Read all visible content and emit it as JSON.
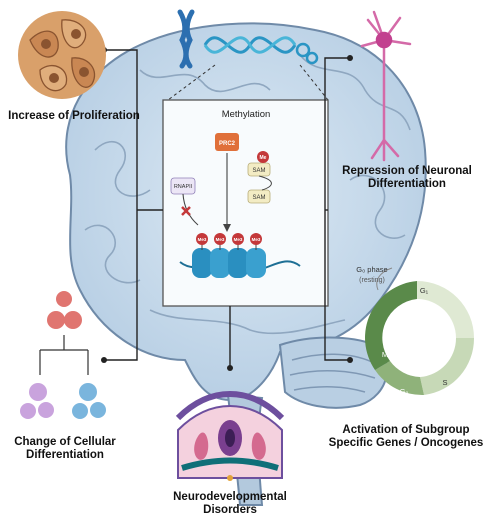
{
  "labels": {
    "proliferation": "Increase of Proliferation",
    "repression_line1": "Repression of Neuronal",
    "repression_line2": "Differentiation",
    "cellular_line1": "Change of Cellular",
    "cellular_line2": "Differentiation",
    "activation_line1": "Activation of Subgroup",
    "activation_line2": "Specific Genes / Oncogenes",
    "neuro_line1": "Neurodevelopmental",
    "neuro_line2": "Disorders"
  },
  "methylation": {
    "title": "Methylation",
    "prc2": "PRC2",
    "me": "Me",
    "sam1": "SAM",
    "sam2": "SAM",
    "rnapii": "RNAPII",
    "nucleosome_marks": [
      "Me3",
      "Me3",
      "Me3",
      "Me3"
    ]
  },
  "cell_cycle": {
    "g0_line1": "G₀ phase",
    "g0_line2": "(resting)",
    "g1": "G₁",
    "s": "S",
    "g2": "G₂",
    "m": "M"
  },
  "colors": {
    "brain": "#c8dced",
    "brain_outline": "#6f8aa8",
    "prc2": "#e0703a",
    "me_mark": "#c4383a",
    "sam": "#f3ecc4",
    "nucleosome": "#2a8fc0",
    "cycle_light": "#dfe9d3",
    "cycle_dark": "#5a8a4a",
    "neuron": "#c2418f"
  }
}
